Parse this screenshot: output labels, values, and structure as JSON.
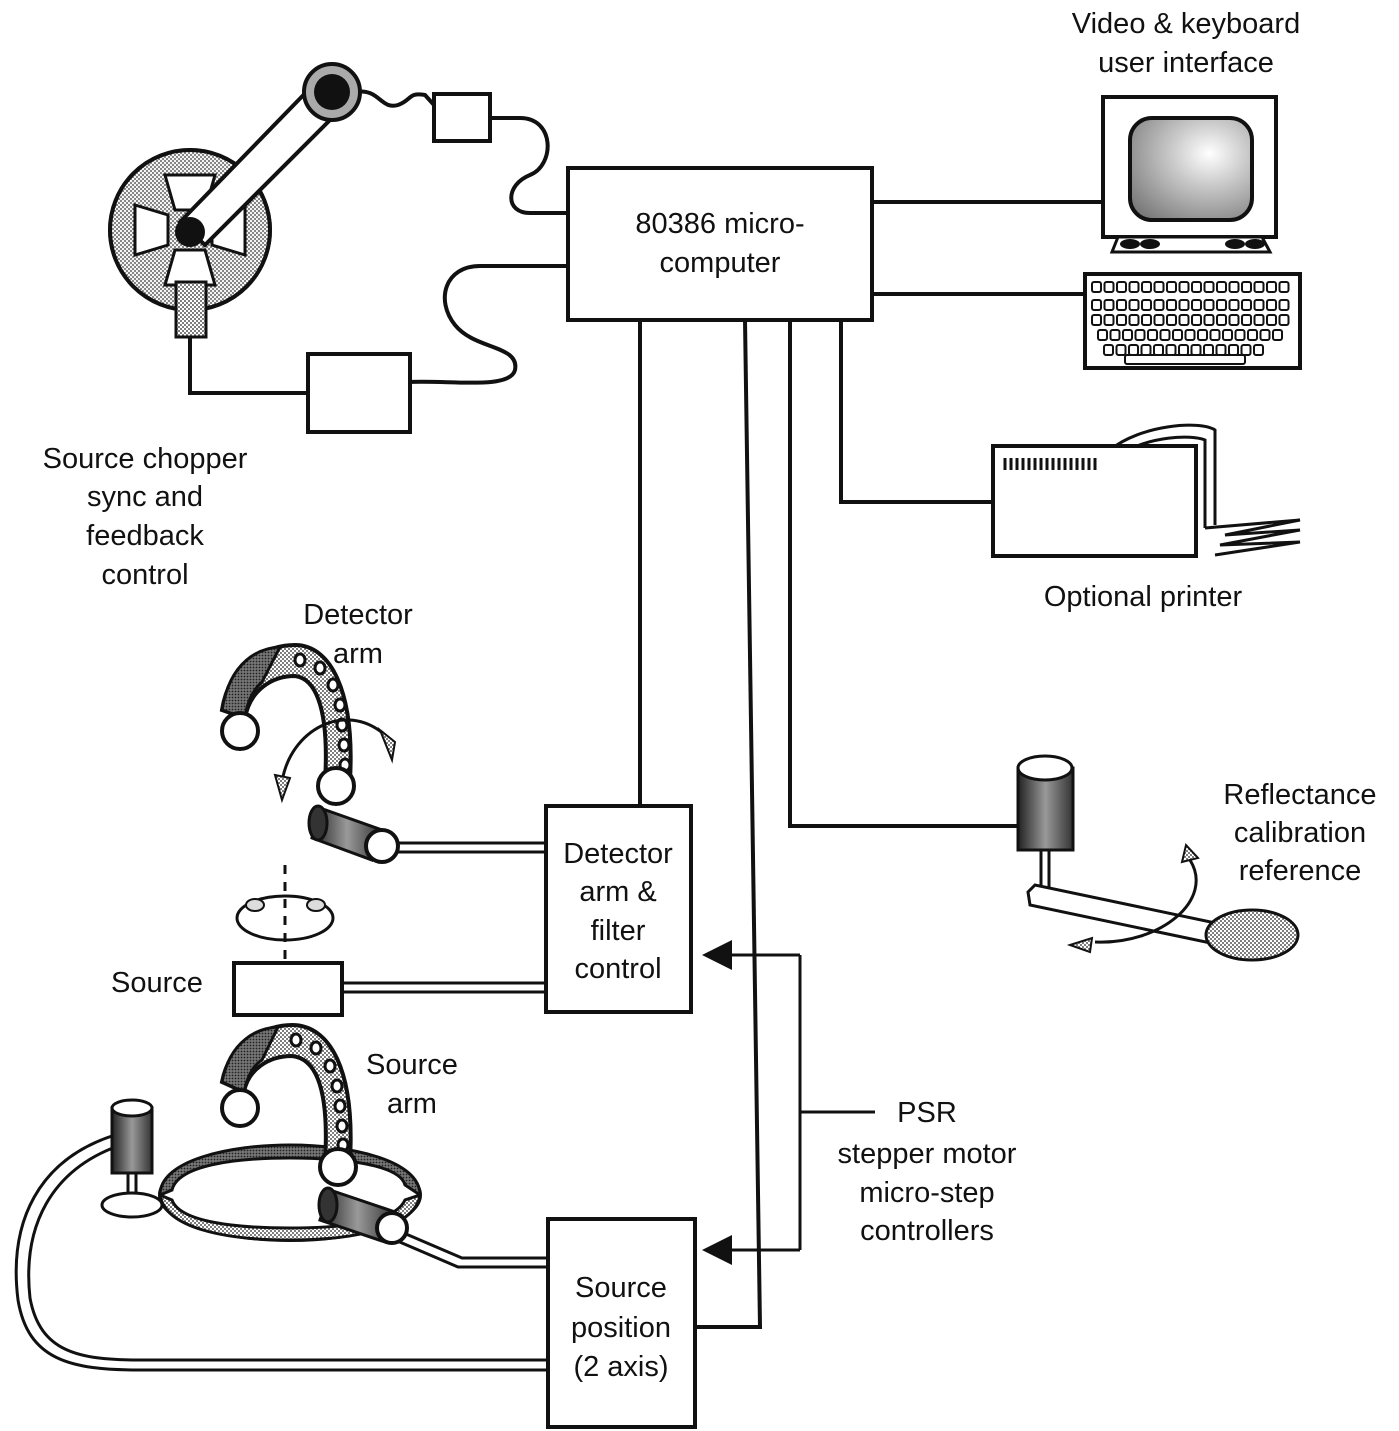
{
  "labels": {
    "computer": [
      "80386 micro-",
      "computer"
    ],
    "video_keyboard": [
      "Video & keyboard",
      "user interface"
    ],
    "source_chopper": [
      "Source chopper",
      "sync and",
      "feedback",
      "control"
    ],
    "detector_arm": [
      "Detector",
      "arm"
    ],
    "detector_control": [
      "Detector",
      "arm &",
      "filter",
      "control"
    ],
    "source": "Source",
    "source_arm": [
      "Source",
      "arm"
    ],
    "psr": [
      "PSR",
      "stepper motor",
      "micro-step",
      "controllers"
    ],
    "source_position": [
      "Source",
      "position",
      "(2 axis)"
    ],
    "optional_printer": "Optional printer",
    "reflectance": [
      "Reflectance",
      "calibration",
      "reference"
    ]
  },
  "colors": {
    "ink": "#111111",
    "shade": "#bdbdbd",
    "shade_dark": "#6e6e6e",
    "paper": "#ffffff"
  },
  "icons": [
    "chopper-wheel-icon",
    "monitor-icon",
    "keyboard-icon",
    "printer-icon",
    "detector-arm-icon",
    "source-arm-icon",
    "reflectance-reference-icon"
  ]
}
